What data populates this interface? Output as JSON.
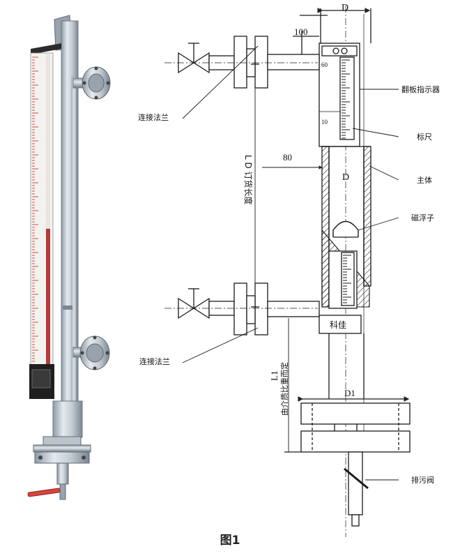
{
  "dimensions": {
    "top_width": "D",
    "offset_top": "100",
    "offset_side": "80",
    "body_diameter": "D",
    "flange_diameter": "D1",
    "center_distance": "L D 订货长度",
    "bottom_length_symbol": "L1",
    "bottom_length_note": "由介质比重而定"
  },
  "scale": {
    "mark_top": "60",
    "mark_bottom": "10"
  },
  "labels": {
    "indicator": "翻板指示器",
    "ruler": "标尺",
    "main_body": "主体",
    "float": "磁浮子",
    "flange_upper": "连接法兰",
    "flange_lower": "连接法兰",
    "drain_valve": "排污阀",
    "brand": "科佳"
  },
  "caption": "图1",
  "colors": {
    "red_stripe": "#d94a4a",
    "line": "#1a1a1a"
  }
}
